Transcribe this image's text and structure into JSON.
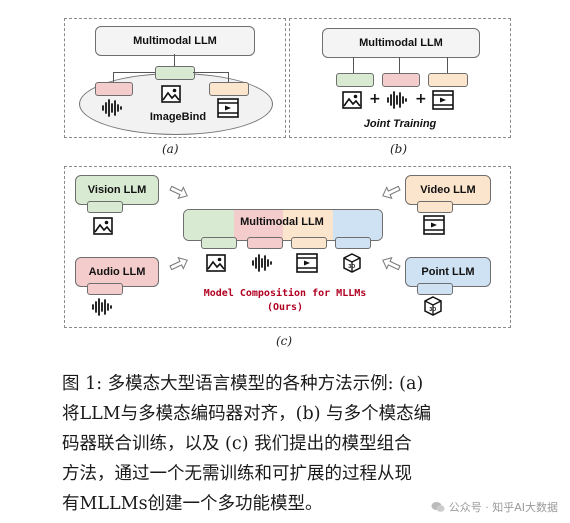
{
  "figure": {
    "panel_a": {
      "llm_label": "Multimodal LLM",
      "encoder_label": "ImageBind",
      "sublabel": "(a)"
    },
    "panel_b": {
      "llm_label": "Multimodal LLM",
      "training_label": "Joint Training",
      "plus": "+",
      "sublabel": "(b)"
    },
    "panel_c": {
      "vision_label": "Vision LLM",
      "audio_label": "Audio LLM",
      "video_label": "Video LLM",
      "point_label": "Point LLM",
      "center_label": "Multimodal LLM",
      "title_line1": "Model Composition for MLLMs",
      "title_line2": "(Ours)",
      "sublabel": "(c)"
    },
    "colors": {
      "green": "#d9ead3",
      "red": "#f4cccc",
      "orange": "#fce5cd",
      "blue": "#cfe2f3",
      "title_red": "#b00020"
    },
    "icons": [
      "image-icon",
      "audio-wave-icon",
      "video-icon",
      "3d-cube-icon"
    ]
  },
  "caption": {
    "lines": [
      "图 1: 多模态大型语言模型的各种方法示例: (a)",
      "将LLM与多模态编码器对齐，(b) 与多个模态编",
      "码器联合训练，以及 (c) 我们提出的模型组合",
      "方法，通过一个无需训练和可扩展的过程从现",
      "有MLLMs创建一个多功能模型。"
    ]
  },
  "watermark": {
    "text": "公众号 · 知乎AI大数据"
  }
}
